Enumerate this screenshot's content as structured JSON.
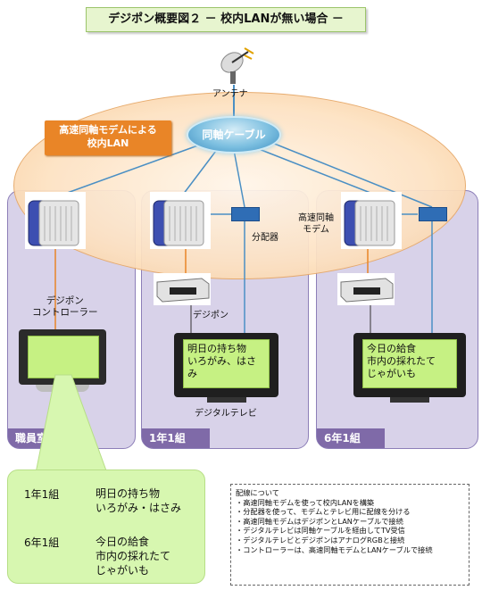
{
  "title": "デジポン概要図２ － 校内LANが無い場合 －",
  "antenna_label": "アンテナ",
  "lan_label": "高速同軸モデムによる\n校内LAN",
  "cable_label": "同軸ケーブル",
  "splitter_label": "分配器",
  "modem_label": "高速同軸\nモデム",
  "controller_label": "デジポン\nコントローラー",
  "stb_label": "デジポン",
  "tv_label": "デジタルテレビ",
  "rooms": [
    {
      "name": "職員室"
    },
    {
      "name": "1年1組"
    },
    {
      "name": "6年1組"
    }
  ],
  "tv_messages": [
    {
      "text": "明日の持ち物\nいろがみ、はさみ"
    },
    {
      "text": "今日の給食\n市内の採れたて\nじゃがいも"
    }
  ],
  "callout": [
    {
      "class": "1年1組",
      "message": "明日の持ち物\nいろがみ・はさみ"
    },
    {
      "class": "6年1組",
      "message": "今日の給食\n市内の採れたて\nじゃがいも"
    }
  ],
  "notes": {
    "heading": "配線について",
    "lines": [
      "・高速同軸モデムを使って校内LANを構築",
      "・分配器を使って、モデムとテレビ用に配線を分ける",
      "・高速同軸モデムはデジポンとLANケーブルで接続",
      "・デジタルテレビは同軸ケーブルを経由してTV受信",
      "・デジタルテレビとデジポンはアナログRGBと接続",
      "・コントローラーは、高速同軸モデムとLANケーブルで接続"
    ]
  },
  "colors": {
    "room": "#d8d2e9",
    "room_tab": "#7f6aa8",
    "lan": "#fde2c2",
    "lan_label": "#e98527",
    "cable": "#4a8fc4",
    "screen": "#c6f183",
    "callout": "#d7f7b0"
  }
}
